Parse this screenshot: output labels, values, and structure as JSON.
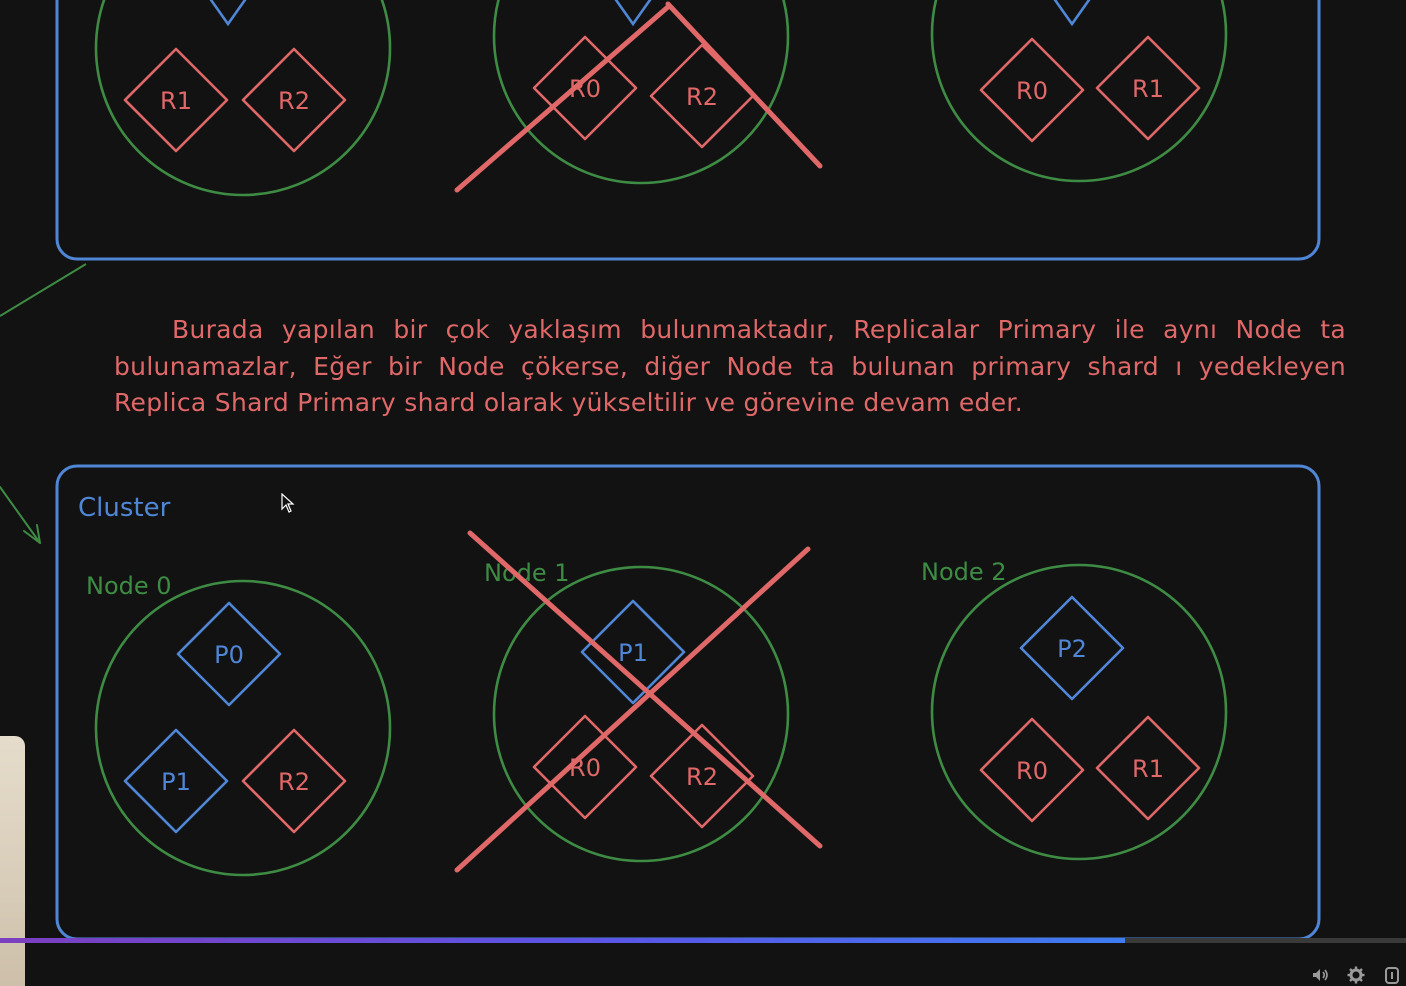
{
  "colors": {
    "background": "#121212",
    "cluster_border": "#4f86d6",
    "node_circle": "#3e8c44",
    "node_label": "#3e8c44",
    "primary_shard": "#4f86d6",
    "replica_shard": "#e06868",
    "cross_out": "#e06868",
    "note_text": "#e06868",
    "arrow": "#3e8c44"
  },
  "note": {
    "text": "Burada yapılan bir çok yaklaşım bulunmaktadır, Replicalar Primary ile aynı Node ta bulunamazlar, Eğer bir Node çökerse, diğer Node ta bulunan primary shard ı yedekleyen Replica Shard Primary shard olarak yükseltilir ve görevine devam eder."
  },
  "top_cluster": {
    "nodes": [
      {
        "shards": [
          {
            "label": "R1",
            "kind": "replica"
          },
          {
            "label": "R2",
            "kind": "replica"
          }
        ],
        "crossed": false
      },
      {
        "shards": [
          {
            "label": "R0",
            "kind": "replica"
          },
          {
            "label": "R2",
            "kind": "replica"
          }
        ],
        "crossed": true
      },
      {
        "shards": [
          {
            "label": "R0",
            "kind": "replica"
          },
          {
            "label": "R1",
            "kind": "replica"
          }
        ],
        "crossed": false
      }
    ]
  },
  "bottom_cluster": {
    "title": "Cluster",
    "nodes": [
      {
        "label": "Node 0",
        "shards": [
          {
            "label": "P0",
            "kind": "primary"
          },
          {
            "label": "P1",
            "kind": "primary"
          },
          {
            "label": "R2",
            "kind": "replica"
          }
        ],
        "crossed": false
      },
      {
        "label": "Node 1",
        "shards": [
          {
            "label": "P1",
            "kind": "primary"
          },
          {
            "label": "R0",
            "kind": "replica"
          },
          {
            "label": "R2",
            "kind": "replica"
          }
        ],
        "crossed": true
      },
      {
        "label": "Node 2",
        "shards": [
          {
            "label": "P2",
            "kind": "primary"
          },
          {
            "label": "R0",
            "kind": "replica"
          },
          {
            "label": "R1",
            "kind": "replica"
          }
        ],
        "crossed": false
      }
    ]
  },
  "player": {
    "progress_fraction": 0.8,
    "icons": [
      "volume-icon",
      "settings-icon",
      "info-icon"
    ]
  }
}
